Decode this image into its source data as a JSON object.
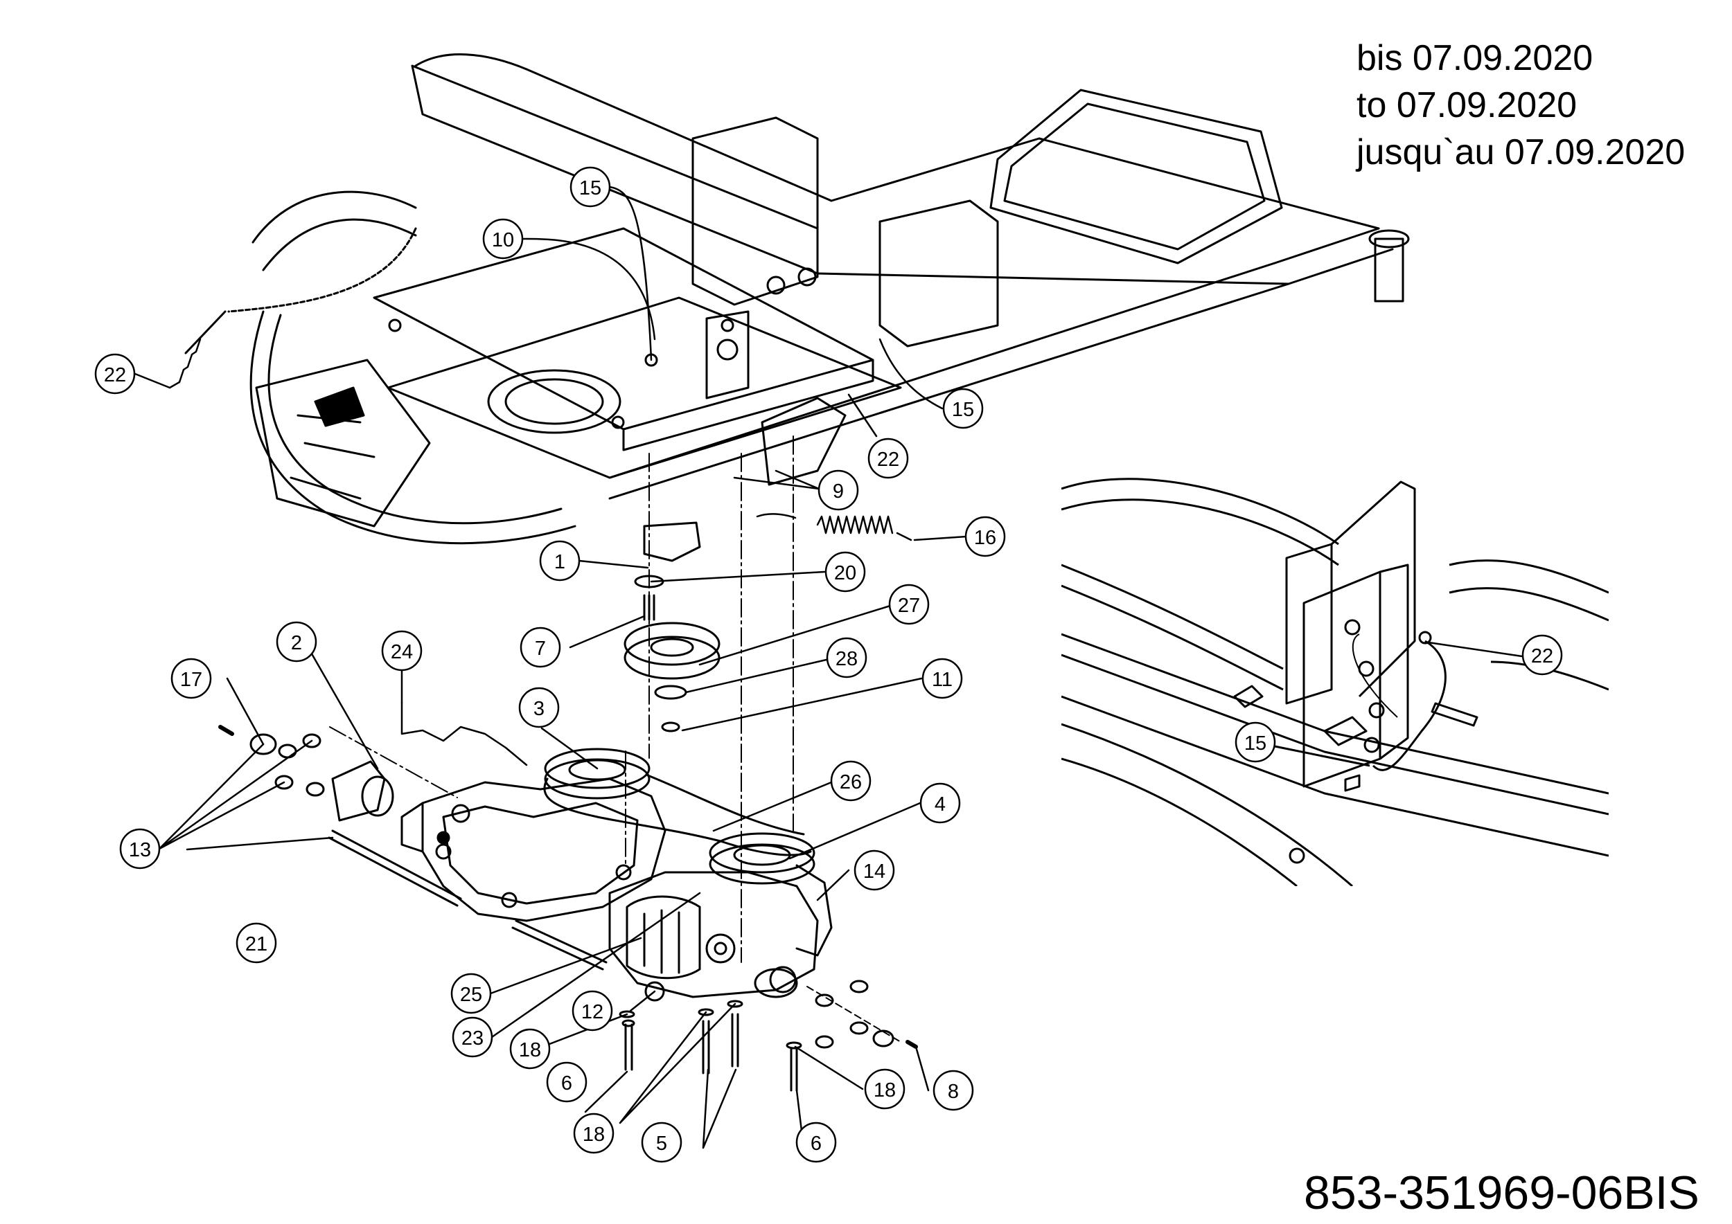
{
  "validity": {
    "line_de": "bis 07.09.2020",
    "line_en": "to 07.09.2020",
    "line_fr": "jusqu`au 07.09.2020"
  },
  "document_number": "853-351969-06BIS",
  "callouts": {
    "c1": "1",
    "c2": "2",
    "c3": "3",
    "c4": "4",
    "c5": "5",
    "c6a": "6",
    "c6b": "6",
    "c7": "7",
    "c8": "8",
    "c9": "9",
    "c10": "10",
    "c11": "11",
    "c12": "12",
    "c13": "13",
    "c14": "14",
    "c15a": "15",
    "c15b": "15",
    "c15c": "15",
    "c16": "16",
    "c17": "17",
    "c18a": "18",
    "c18b": "18",
    "c18c": "18",
    "c20": "20",
    "c21": "21",
    "c22a": "22",
    "c22b": "22",
    "c22c": "22",
    "c23": "23",
    "c24": "24",
    "c25": "25",
    "c26": "26",
    "c27": "27",
    "c28": "28"
  }
}
